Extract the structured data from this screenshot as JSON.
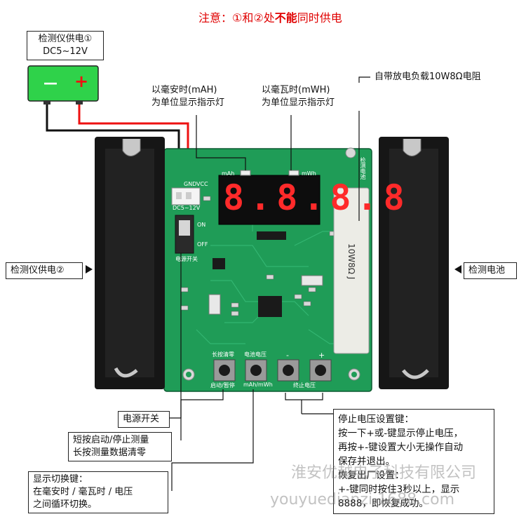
{
  "title": {
    "prefix": "注意：①和②处",
    "emphasis": "不能",
    "suffix": "同时供电"
  },
  "callouts": {
    "supply1": {
      "line1": "检测仪供电①",
      "line2": "DC5~12V"
    },
    "mah": {
      "line1": "以毫安时(mAH)",
      "line2": "为单位显示指示灯"
    },
    "mwh": {
      "line1": "以毫瓦时(mWH)",
      "line2": "为单位显示指示灯"
    },
    "resistor": "自带放电负载10W8Ω电阻",
    "supply2": "检测仪供电②",
    "battery": "检测电池",
    "power_switch": "电源开关",
    "start_stop": {
      "line1": "短按启动/停止测量",
      "line2": "长按测量数据清零"
    },
    "display": {
      "line1": "显示切换键：",
      "line2": "在毫安时 / 毫瓦时 / 电压",
      "line3": "之间循环切换。"
    },
    "stop_voltage": {
      "line1": "停止电压设置键：",
      "line2": "按一下+或-键显示停止电压，",
      "line3": "再按+-键设置大小无操作自动",
      "line4": "保存并退出。",
      "line5": "恢复出厂设置：",
      "line6": "+-键同时按住3秒以上，显示",
      "line7": "8888，即恢复成功。"
    }
  },
  "battery_terminals": {
    "minus": "—",
    "plus": "+"
  },
  "display_digits": "8.8.8.8",
  "board": {
    "label_mah": "mAh",
    "label_mwh": "mWh",
    "label_dc": "DC5~12V",
    "label_vcc": "VCC",
    "label_gnd": "GND",
    "label_on": "ON",
    "label_off": "OFF",
    "label_power": "电源开关",
    "label_vertical": "检测电池",
    "btn1_top": "长按清零",
    "btn2_top": "电池电压",
    "btn_bottom_1": "启动/暂停",
    "btn_bottom_2": "mAh/mWh",
    "btn_bottom_3": "终止电压",
    "minus_sign": "-",
    "plus_sign": "+",
    "resistor_print": "10W8Ω J"
  },
  "watermarks": {
    "company": "淮安优越电子科技有限公司",
    "site": "youyuedianzi.1688.com"
  },
  "colors": {
    "pcb": "#1f9c57",
    "battery_green": "#2fd24a",
    "red_wire": "#ee1111",
    "display_red": "#ff2a2a",
    "holder": "#161616"
  }
}
